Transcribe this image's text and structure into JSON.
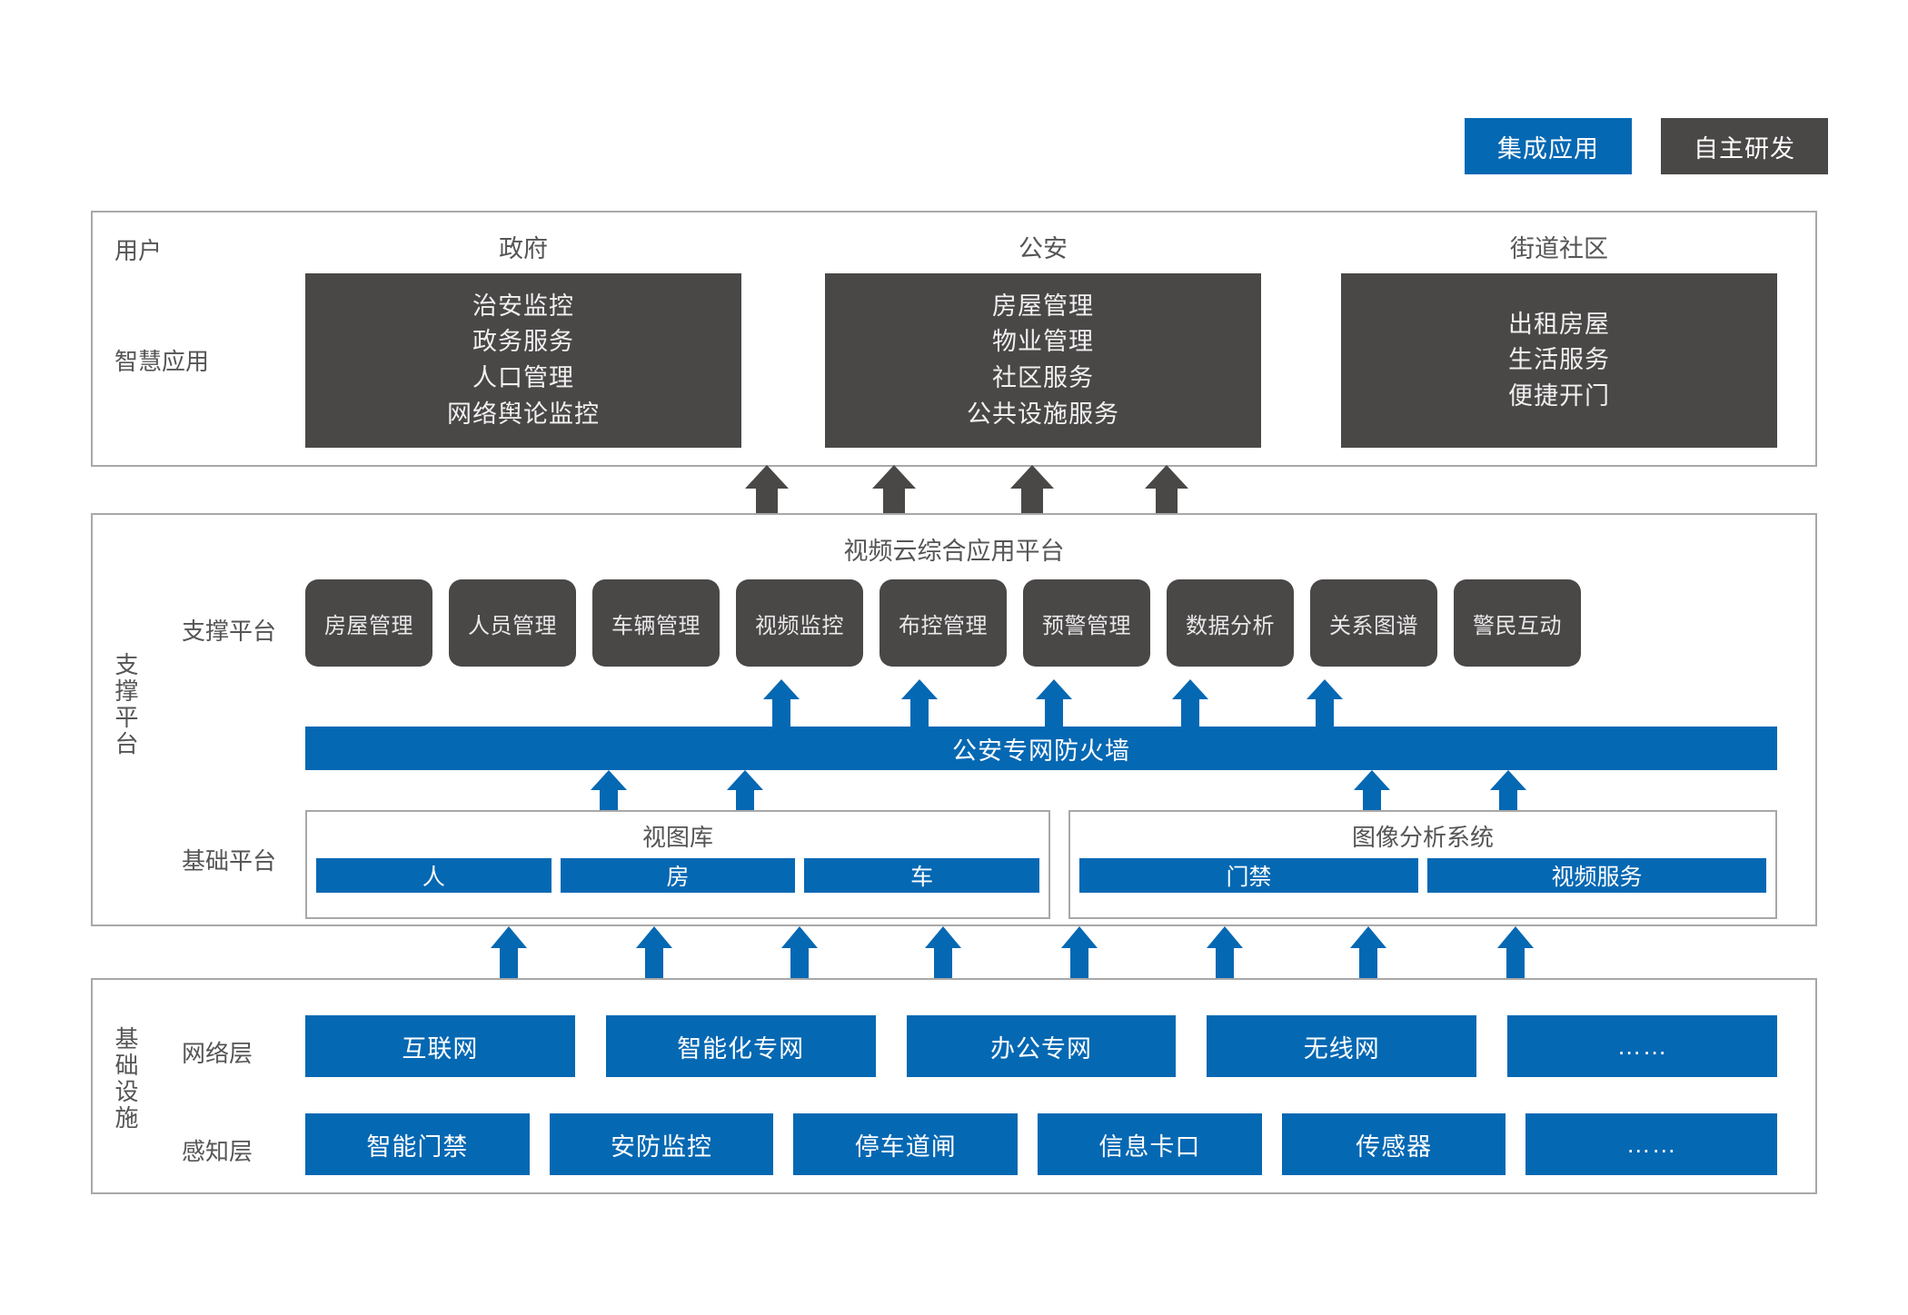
{
  "legend": [
    {
      "label": "集成应用",
      "color": "#0568b3",
      "style": "blue"
    },
    {
      "label": "自主研发",
      "color": "#4a4747",
      "style": "gray"
    }
  ],
  "colors": {
    "blue": "#0568b3",
    "dark_gray": "#4a4747",
    "frame_border": "#a8a8a8",
    "label_text": "#555555"
  },
  "application_section": {
    "row_labels": {
      "users": "用户",
      "smart_apps": "智慧应用"
    },
    "groups": [
      {
        "title": "政府",
        "items": [
          "治安监控",
          "政务服务",
          "人口管理",
          "网络舆论监控"
        ]
      },
      {
        "title": "公安",
        "items": [
          "房屋管理",
          "物业管理",
          "社区服务",
          "公共设施服务"
        ]
      },
      {
        "title": "街道社区",
        "items": [
          "出租房屋",
          "生活服务",
          "便捷开门"
        ]
      }
    ]
  },
  "platform_section": {
    "vertical_label": "支撑平台",
    "title": "视频云综合应用平台",
    "support_row_label": "支撑平台",
    "support_modules": [
      "房屋管理",
      "人员管理",
      "车辆管理",
      "视频监控",
      "布控管理",
      "预警管理",
      "数据分析",
      "关系图谱",
      "警民互动"
    ],
    "firewall": "公安专网防火墙",
    "base_row_label": "基础平台",
    "base_groups": [
      {
        "title": "视图库",
        "items": [
          "人",
          "房",
          "车"
        ]
      },
      {
        "title": "图像分析系统",
        "items": [
          "门禁",
          "视频服务"
        ]
      }
    ]
  },
  "infrastructure_section": {
    "vertical_label": "基础设施",
    "network_layer": {
      "label": "网络层",
      "items": [
        "互联网",
        "智能化专网",
        "办公专网",
        "无线网",
        "……"
      ]
    },
    "sensing_layer": {
      "label": "感知层",
      "items": [
        "智能门禁",
        "安防监控",
        "停车道闸",
        "信息卡口",
        "传感器",
        "……"
      ]
    }
  }
}
